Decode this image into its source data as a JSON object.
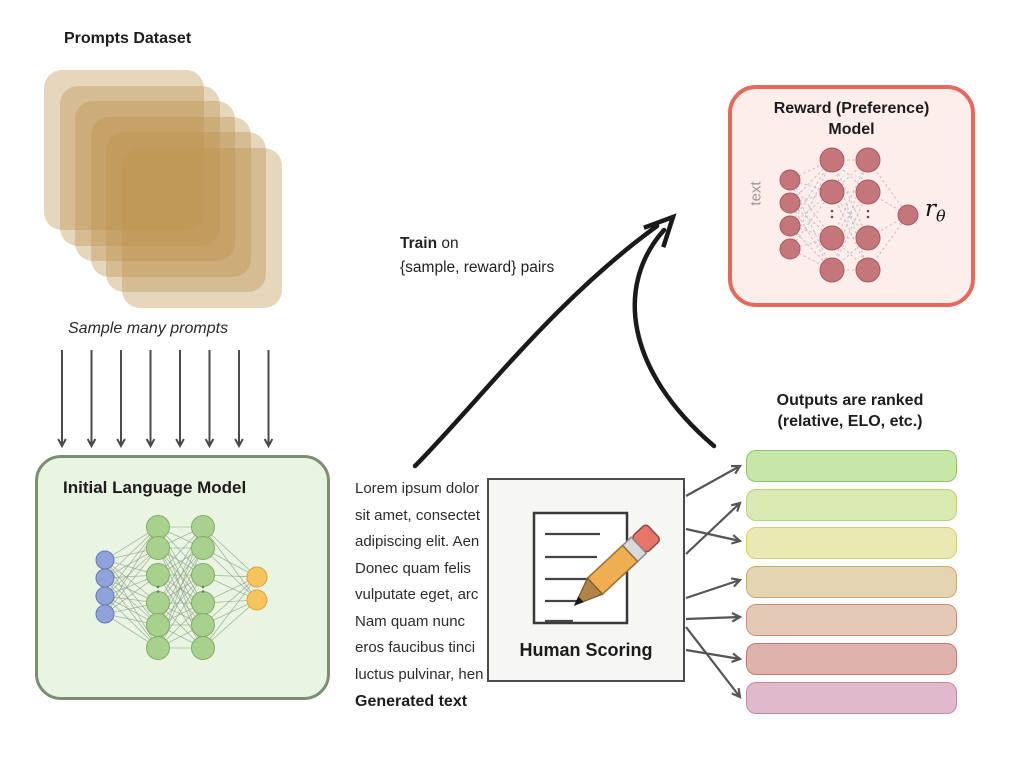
{
  "prompts_dataset": {
    "title": "Prompts Dataset",
    "card_count": 6,
    "card_color": "rgba(190,148,78,0.38)"
  },
  "sampling": {
    "label": "Sample many prompts",
    "arrow_count": 8,
    "arrow_color": "#4a4a4a"
  },
  "initial_lm": {
    "title": "Initial Language Model",
    "box_fill": "#e9f5e2",
    "box_border": "#7d8d72",
    "input_node_color": "#8fa3d9",
    "input_node_stroke": "#6478b8",
    "hidden_node_color": "#a9d18e",
    "hidden_node_stroke": "#7fae66",
    "output_node_color": "#f6c45c",
    "output_node_stroke": "#d9a53f",
    "connection_color": "#8fa08a"
  },
  "train_annotation": {
    "bold": "Train",
    "rest": " on",
    "line2": "{sample, reward} pairs"
  },
  "reward_model": {
    "title_line1": "Reward (Preference)",
    "title_line2": "Model",
    "box_fill": "#fdedeb",
    "box_border": "#e7695c",
    "node_color": "#c4767b",
    "node_stroke": "#a85a60",
    "connection_color": "#a9b4be",
    "input_label": "text",
    "output_symbol": "r",
    "output_subscript": "θ"
  },
  "generated_text": {
    "lines": [
      "Lorem ipsum dolor",
      "sit amet, consectet",
      "adipiscing elit. Aen",
      "Donec quam felis",
      "vulputate eget, arc",
      "Nam quam nunc",
      "eros faucibus tinci",
      "luctus pulvinar, hen"
    ],
    "caption": "Generated text"
  },
  "human_scoring": {
    "label": "Human Scoring",
    "box_fill": "#f6f6f4",
    "box_border": "#4a4a4a",
    "icon": "document-pencil-icon",
    "pencil_eraser_color": "#e8756a",
    "pencil_ferrule_color": "#d9d9d9",
    "pencil_body_color": "#f0ae52",
    "pencil_wood_color": "#b08347"
  },
  "outputs": {
    "title_line1": "Outputs are ranked",
    "title_line2": "(relative, ELO, etc.)",
    "bars": [
      {
        "fill": "#c7e7a9",
        "border": "#8cc36c"
      },
      {
        "fill": "#d8eab2",
        "border": "#b3d47f"
      },
      {
        "fill": "#eae9b4",
        "border": "#d2ce77"
      },
      {
        "fill": "#e4d4b2",
        "border": "#c8a96e"
      },
      {
        "fill": "#e4cab6",
        "border": "#cc9071"
      },
      {
        "fill": "#ddb3ab",
        "border": "#c27b6e"
      },
      {
        "fill": "#e0bacb",
        "border": "#c788a5"
      }
    ]
  }
}
